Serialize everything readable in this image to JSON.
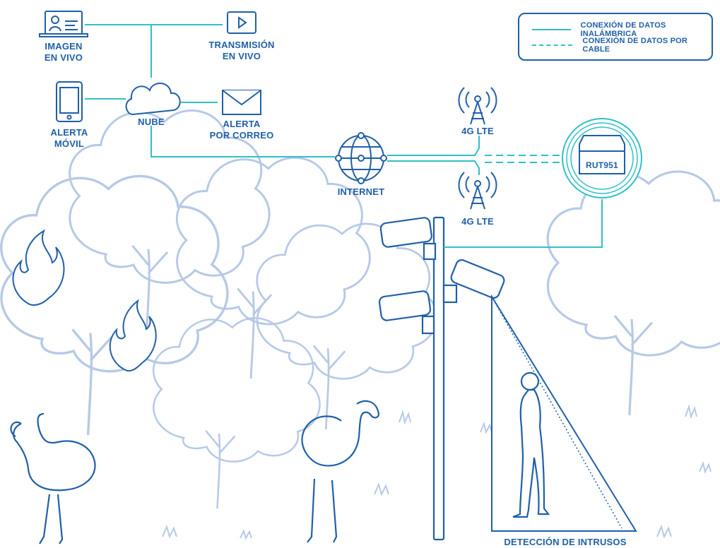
{
  "colors": {
    "primary": "#1f5fa8",
    "wireless": "#2fc0c8",
    "tree": "#b7c9e6",
    "background": "#ffffff"
  },
  "legend": {
    "wireless_label": "CONEXIÓN DE DATOS INALÁMBRICA",
    "wired_label": "CONEXIÓN DE DATOS POR CABLE"
  },
  "nodes": {
    "live_image": {
      "line1": "IMAGEN",
      "line2": "EN VIVO",
      "icon": "laptop-icon"
    },
    "live_stream": {
      "line1": "TRANSMISIÓN",
      "line2": "EN VIVO",
      "icon": "play-icon"
    },
    "cloud": {
      "label": "NUBE",
      "icon": "cloud-icon"
    },
    "mobile_alert": {
      "line1": "ALERTA",
      "line2": "MÓVIL",
      "icon": "phone-icon"
    },
    "email_alert": {
      "line1": "ALERTA",
      "line2": "POR CORREO",
      "icon": "envelope-icon"
    },
    "internet": {
      "label": "INTERNET",
      "icon": "globe-icon"
    },
    "lte_top": {
      "label": "4G LTE",
      "icon": "antenna-icon"
    },
    "lte_bottom": {
      "label": "4G LTE",
      "icon": "antenna-icon"
    },
    "router": {
      "label": "RUT951",
      "icon": "router-icon"
    }
  },
  "scene": {
    "detection_label": "DETECCIÓN DE INTRUSOS"
  }
}
